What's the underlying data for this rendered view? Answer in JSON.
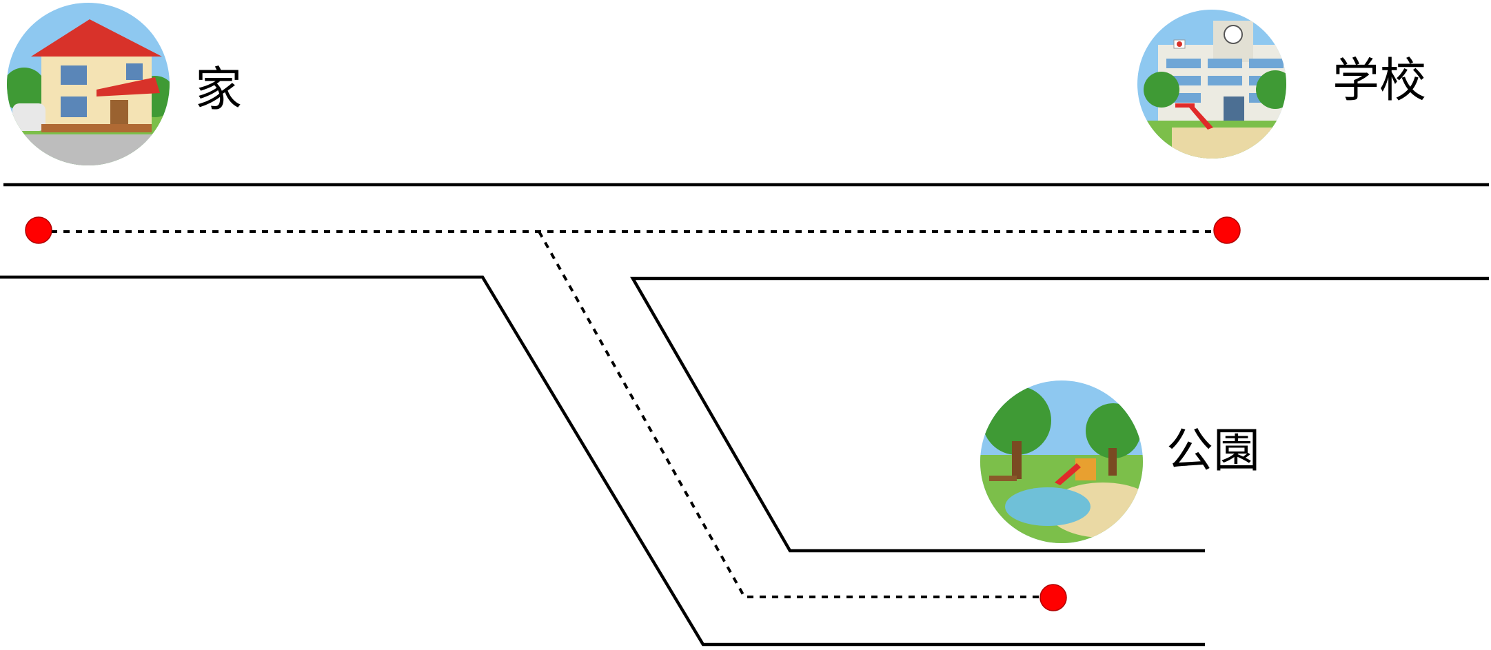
{
  "places": [
    {
      "id": "home",
      "label": "家",
      "icon": "house-icon"
    },
    {
      "id": "school",
      "label": "学校",
      "icon": "school-building-icon"
    },
    {
      "id": "park",
      "label": "公園",
      "icon": "park-playground-icon"
    }
  ],
  "colors": {
    "road": "#000000",
    "route": "#000000",
    "marker": "#ff0000",
    "sky": "#8ec8f0",
    "grass": "#7cbf4a",
    "tree": "#3f9a35",
    "roof": "#d8322a",
    "wall": "#f4e3b4",
    "path": "#ead9a4",
    "water": "#6fc0d8",
    "slide": "#e02a2a"
  }
}
